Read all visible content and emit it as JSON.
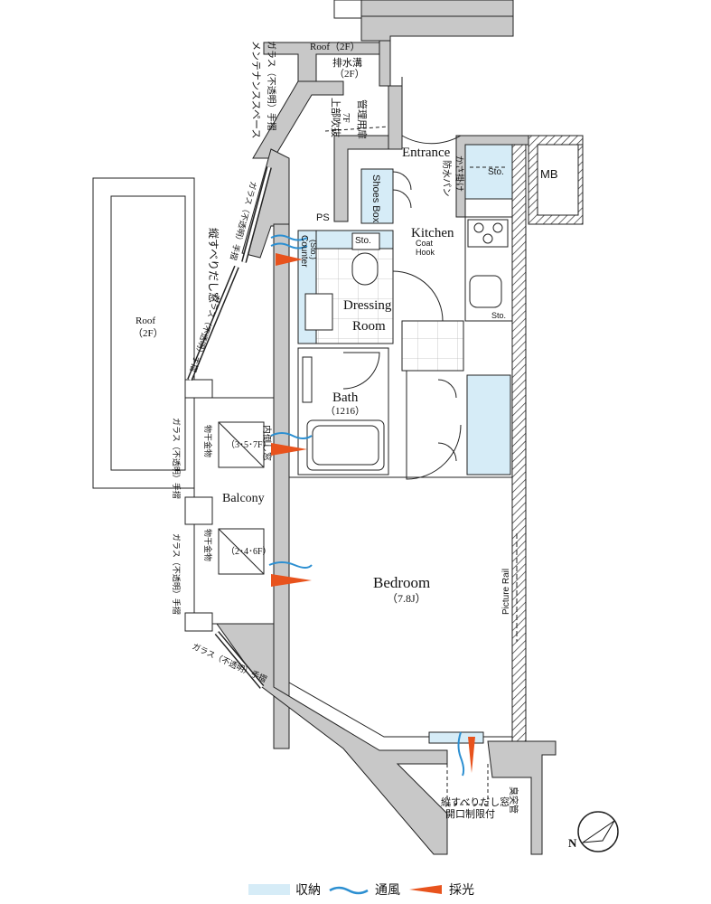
{
  "rooms": {
    "roof_2f_top": "Roof（2F）",
    "drain_line1": "排水溝",
    "drain_line2": "（2F）",
    "maintenance_space": "メンテナンススペース",
    "glass_rail_top": "ガラス（不透明）手摺",
    "upper_void": "上部吹抜",
    "upper_void_7f": "7F",
    "mgmt_door": "管理用扉",
    "entrance": "Entrance",
    "umbrella_hook": "かさ掛け",
    "security_pan": "防水パン",
    "sto": "Sto.",
    "mb": "MB",
    "shoes_box": "Shoes Box",
    "ps": "PS",
    "kitchen": "Kitchen",
    "coat_hook_line1": "Coat",
    "coat_hook_line2": "Hook",
    "counter": "Counter",
    "counter_sto": "(Sto.)",
    "vertical_window": "縦すべりだし窓",
    "glass_rail": "ガラス（不透明）手摺",
    "roof_2f": "Roof",
    "roof_2f_floor": "（2F）",
    "dressing": "Dressing",
    "dressing_room": "Room",
    "bath": "Bath",
    "bath_size": "（1216）",
    "inner_window": "内倒し窓",
    "laundry_rail": "物干金物",
    "floors_357": "（3･5･7F）",
    "floors_246": "（2･4･6F）",
    "balcony": "Balcony",
    "bedroom": "Bedroom",
    "bedroom_size": "（7.8J）",
    "picture_rail": "Picture Rail",
    "vertical_window_bottom": "縦すべりだし窓",
    "opening_limit": "開口制限付",
    "odor_pipe": "臭突管",
    "north": "N"
  },
  "legend": {
    "storage": "収納",
    "ventilation": "通風",
    "daylight": "採光"
  },
  "colors": {
    "wall": "#c8c8c8",
    "storage": "#d6ecf7",
    "ventilation": "#2c8fd1",
    "daylight": "#e8531d"
  }
}
